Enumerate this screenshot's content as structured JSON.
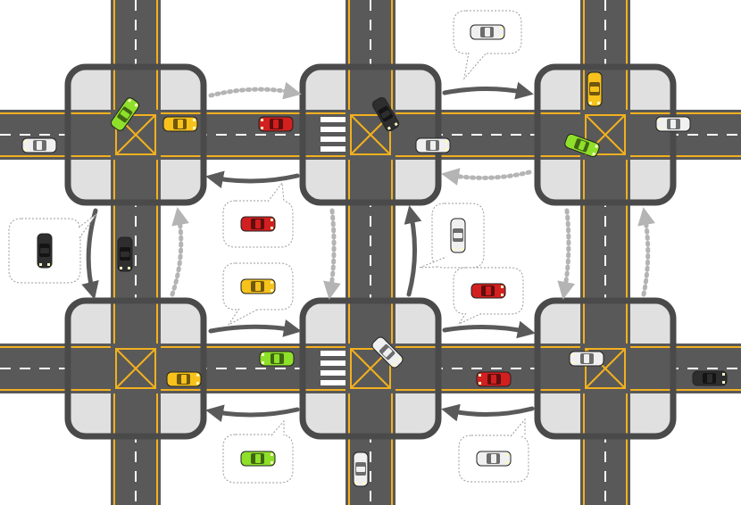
{
  "colors": {
    "road": "#595959",
    "lane_yellow": "#f2b01e",
    "lane_white": "#ffffff",
    "zone_fill": "#e0e0e0",
    "zone_border": "#4a4a4a",
    "arrow_solid": "#5a5a5a",
    "arrow_dotted": "#b4b4b4",
    "bubble_border": "#9a9a9a",
    "car_red": "#d21f1f",
    "car_yellow": "#f7c21c",
    "car_green": "#8ee02a",
    "car_white": "#f0f0f0",
    "car_dark": "#2e2e2e"
  },
  "diagram": {
    "intersections": [
      {
        "id": "top-left",
        "row": 0,
        "col": 0
      },
      {
        "id": "top-middle",
        "row": 0,
        "col": 1
      },
      {
        "id": "top-right",
        "row": 0,
        "col": 2
      },
      {
        "id": "bottom-left",
        "row": 1,
        "col": 0
      },
      {
        "id": "bottom-middle",
        "row": 1,
        "col": 1
      },
      {
        "id": "bottom-right",
        "row": 1,
        "col": 2
      }
    ],
    "links": [
      {
        "from": "top-left",
        "to": "top-middle",
        "style": "dotted",
        "message_car": null
      },
      {
        "from": "top-middle",
        "to": "top-right",
        "style": "solid",
        "message_car": "white"
      },
      {
        "from": "top-middle",
        "to": "top-left",
        "style": "solid",
        "message_car": "red"
      },
      {
        "from": "top-right",
        "to": "top-middle",
        "style": "dotted",
        "message_car": null
      },
      {
        "from": "top-left",
        "to": "bottom-left",
        "style": "solid",
        "message_car": "dark"
      },
      {
        "from": "bottom-left",
        "to": "top-left",
        "style": "dotted",
        "message_car": null
      },
      {
        "from": "top-middle",
        "to": "bottom-middle",
        "style": "dotted",
        "message_car": null
      },
      {
        "from": "bottom-middle",
        "to": "top-middle",
        "style": "solid",
        "message_car": "white"
      },
      {
        "from": "top-right",
        "to": "bottom-right",
        "style": "dotted",
        "message_car": null
      },
      {
        "from": "bottom-right",
        "to": "top-right",
        "style": "dotted",
        "message_car": null
      },
      {
        "from": "bottom-left",
        "to": "bottom-middle",
        "style": "solid",
        "message_car": "yellow"
      },
      {
        "from": "bottom-middle",
        "to": "bottom-left",
        "style": "solid",
        "message_car": "green"
      },
      {
        "from": "bottom-middle",
        "to": "bottom-right",
        "style": "solid",
        "message_car": "red"
      },
      {
        "from": "bottom-right",
        "to": "bottom-middle",
        "style": "solid",
        "message_car": "white"
      }
    ]
  }
}
